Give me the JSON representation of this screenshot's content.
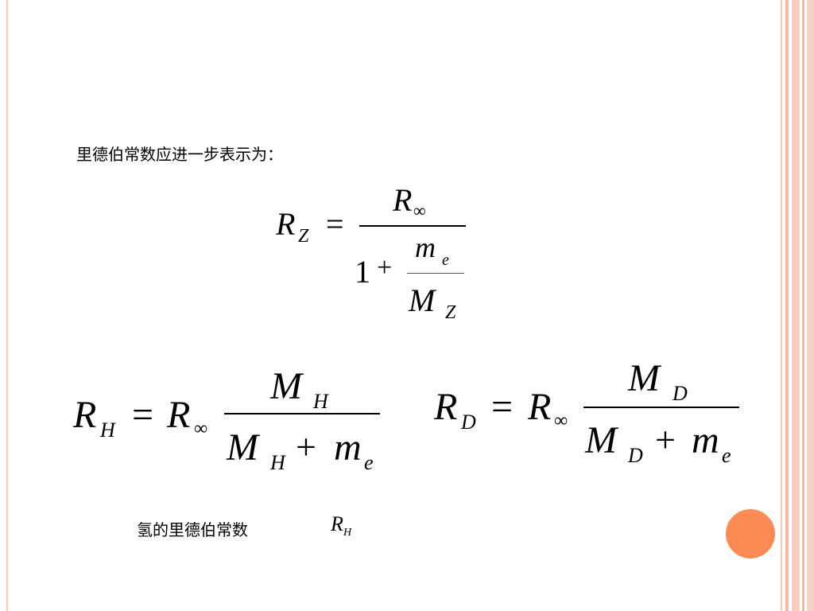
{
  "slide": {
    "heading": "里德伯常数应进一步表示为：",
    "caption": "氢的里德伯常数"
  },
  "eq_rz": {
    "lhs": "R",
    "lhs_sub": "Z",
    "eq": "=",
    "num": "R",
    "num_sub": "∞",
    "one": "1",
    "plus": "+",
    "inner_num": "m",
    "inner_num_sub": "e",
    "inner_den": "M",
    "inner_den_sub": "Z"
  },
  "eq_rh": {
    "lhs": "R",
    "lhs_sub": "H",
    "eq": "=",
    "coef": "R",
    "coef_sub": "∞",
    "num": "M",
    "num_sub": "H",
    "den_a": "M",
    "den_a_sub": "H",
    "den_plus": "+",
    "den_b": "m",
    "den_b_sub": "e"
  },
  "eq_rd": {
    "lhs": "R",
    "lhs_sub": "D",
    "eq": "=",
    "coef": "R",
    "coef_sub": "∞",
    "num": "M",
    "num_sub": "D",
    "den_a": "M",
    "den_a_sub": "D",
    "den_plus": "+",
    "den_b": "m",
    "den_b_sub": "e"
  },
  "caption_symbol": {
    "sym": "R",
    "sub": "H"
  },
  "colors": {
    "accent_dot": "#fb8b52",
    "border": "#f2b9a2"
  }
}
